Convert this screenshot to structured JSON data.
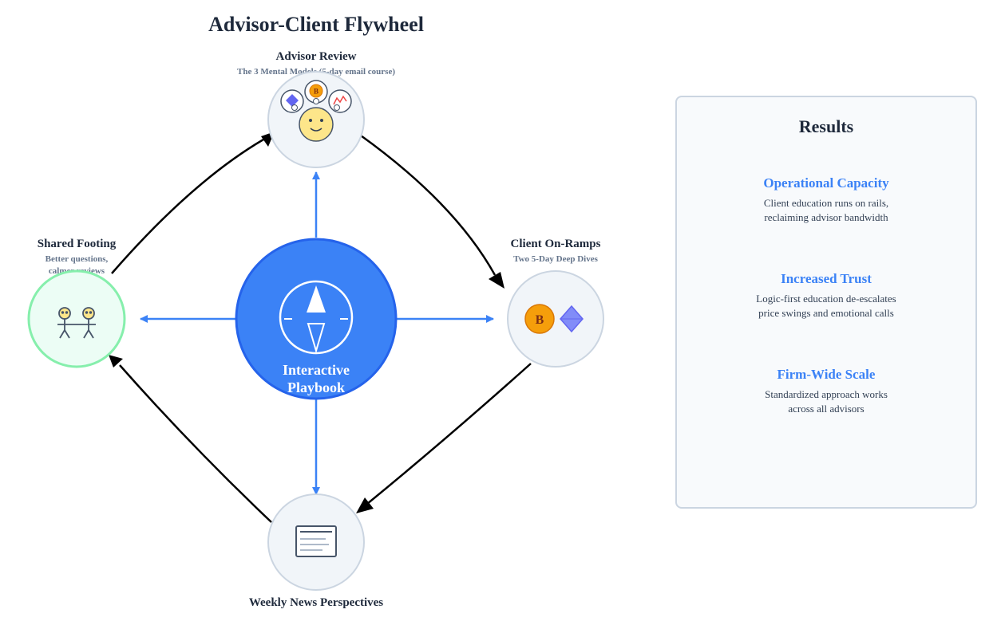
{
  "title": "Advisor-Client Flywheel",
  "center": {
    "line1": "Interactive",
    "line2": "Playbook"
  },
  "nodes": {
    "top": {
      "label": "Advisor Review",
      "sub": "The 3 Mental Models (5-day email course)"
    },
    "right": {
      "label": "Client On-Ramps",
      "sub": "Two 5-Day Deep Dives"
    },
    "bottom": {
      "label": "Weekly News Perspectives"
    },
    "left": {
      "label": "Shared Footing",
      "sub1": "Better questions,",
      "sub2": "calmer reviews"
    }
  },
  "icons": {
    "top": [
      "diamond-icon",
      "bitcoin-icon",
      "trend-chart-icon",
      "smiley-face-icon"
    ],
    "right": [
      "bitcoin-icon",
      "ethereum-diamond-icon"
    ],
    "bottom": "newsletter-icon",
    "left": "people-holding-hands-icon",
    "center": "compass-icon",
    "bitcoin_letter": "B"
  },
  "colors": {
    "center_fill": "#3b82f6",
    "arrow_blue": "#3b82f6",
    "flow_arrow": "#000000",
    "node_fill": "#f1f5f9",
    "node_stroke": "#cbd5e1",
    "green_fill": "#ecfdf5",
    "green_stroke": "#86efac",
    "bitcoin": "#f59e0b",
    "ethereum": "#6366f1"
  },
  "results": {
    "heading": "Results",
    "items": [
      {
        "title": "Operational Capacity",
        "line1": "Client education runs on rails,",
        "line2": "reclaiming advisor bandwidth"
      },
      {
        "title": "Increased Trust",
        "line1": "Logic-first education de-escalates",
        "line2": "price swings and emotional calls"
      },
      {
        "title": "Firm-Wide Scale",
        "line1": "Standardized approach works",
        "line2": "across all advisors"
      }
    ]
  }
}
